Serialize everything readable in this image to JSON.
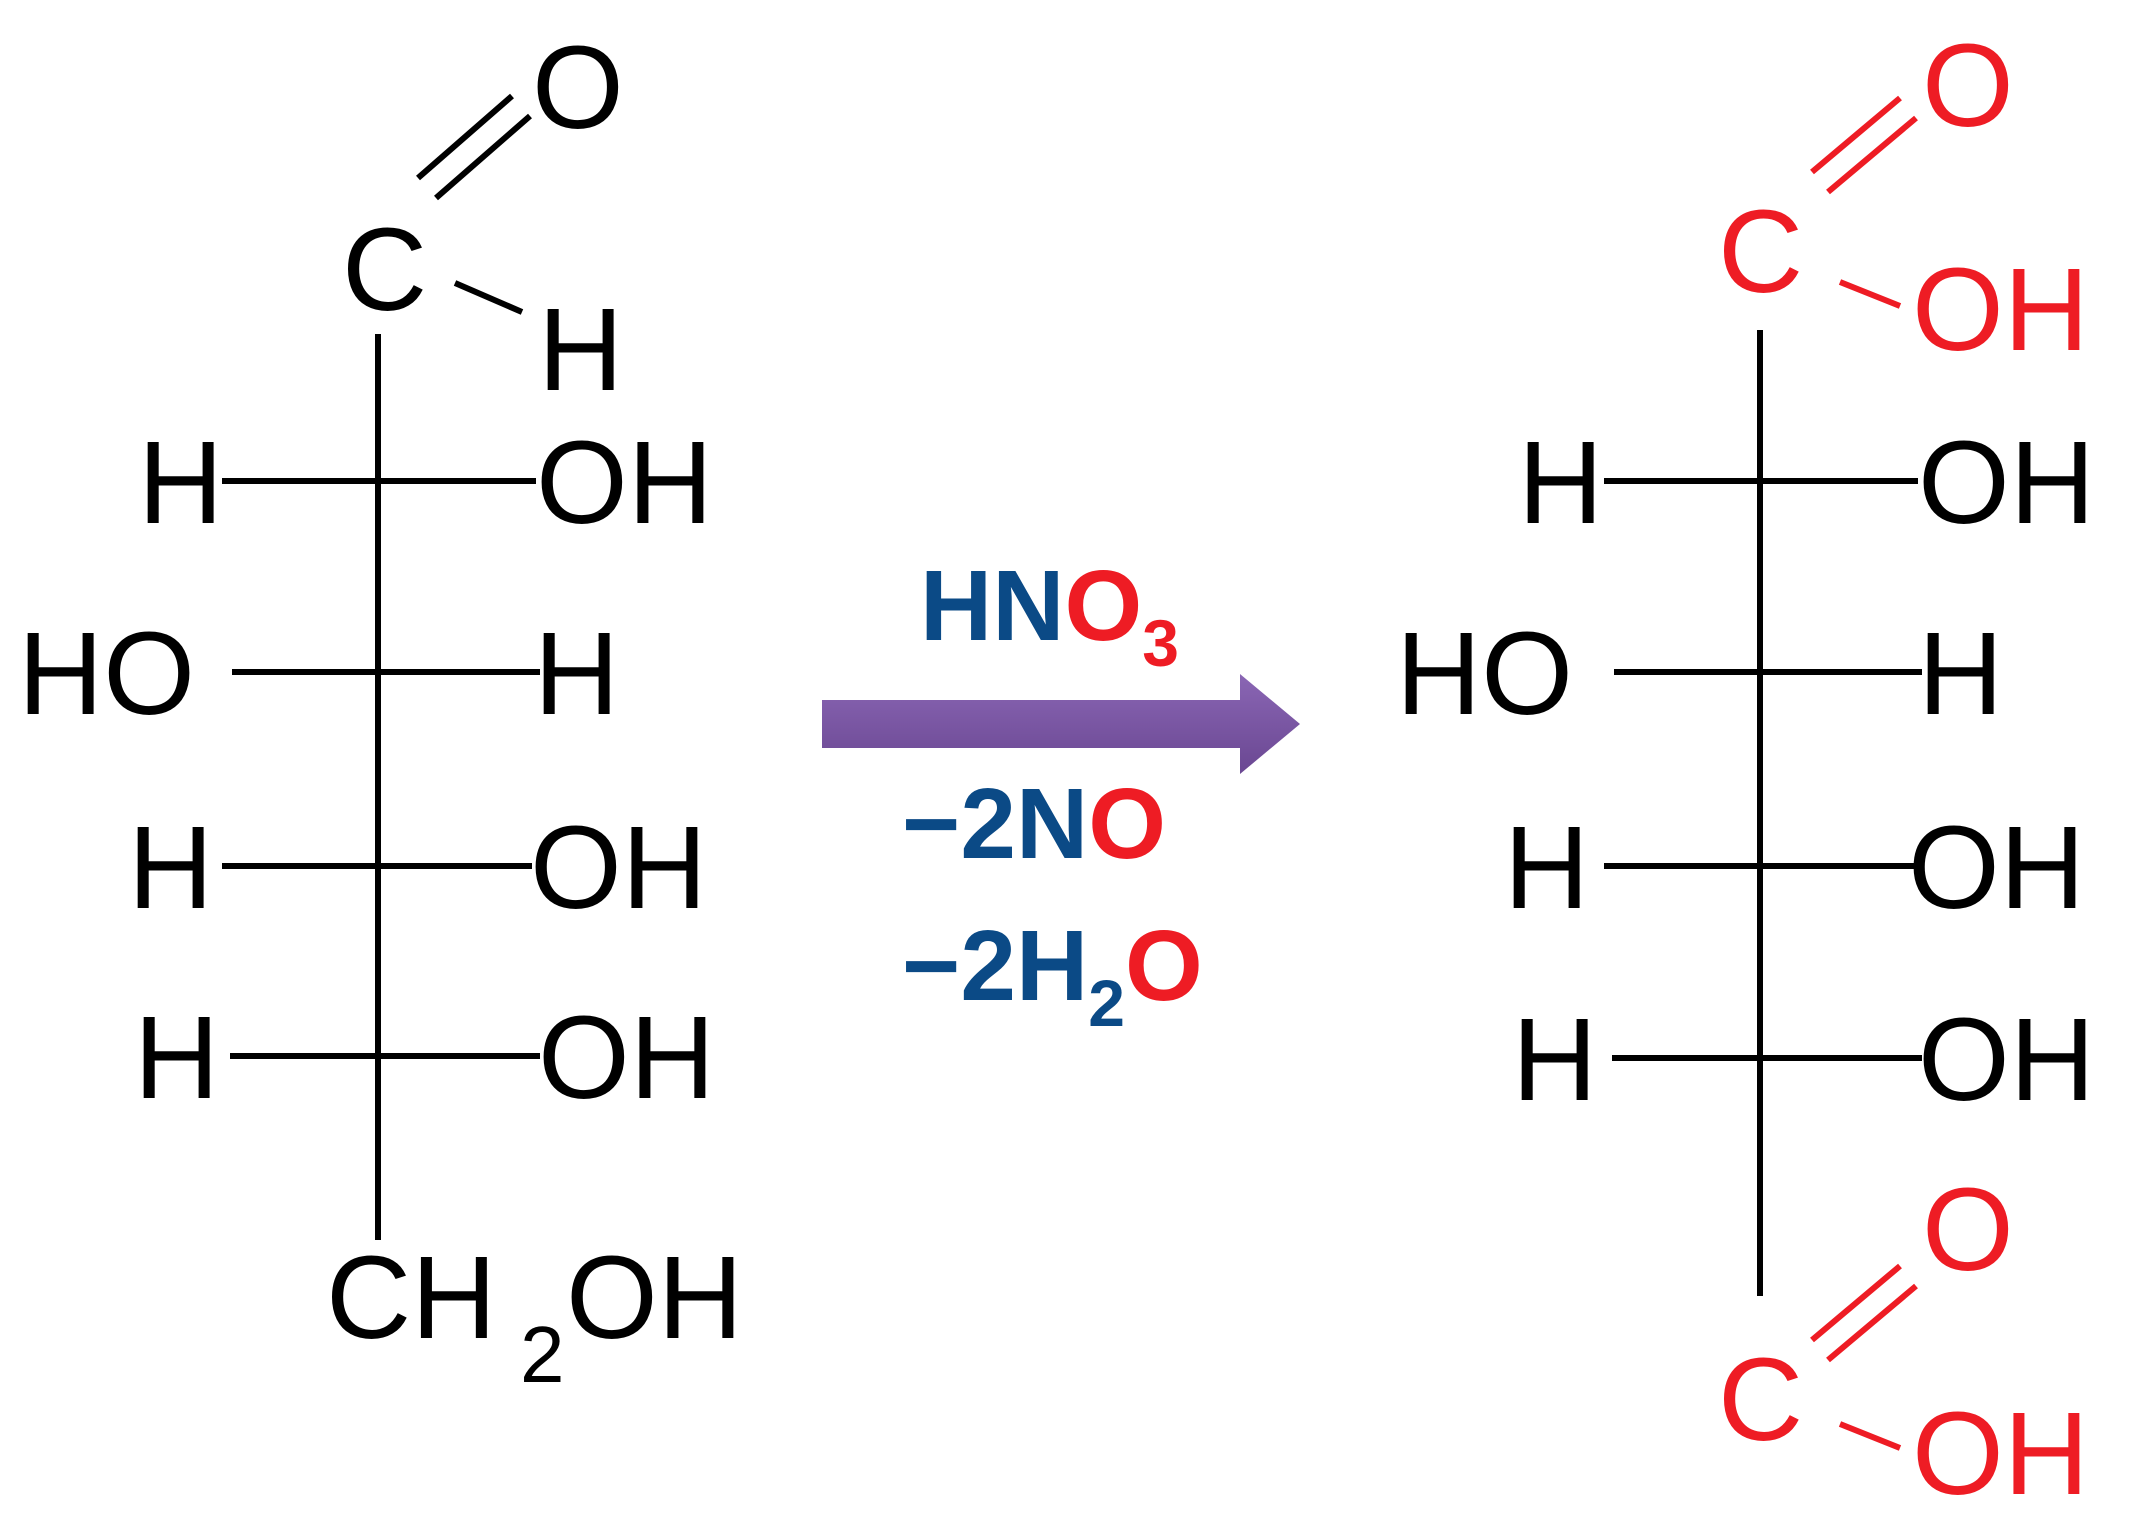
{
  "colors": {
    "black": "#000000",
    "red": "#ee1c24",
    "blue": "#0b4a86",
    "arrow": "#7a55a0"
  },
  "reactant": {
    "aldehyde_o": "O",
    "aldehyde_c": "C",
    "aldehyde_h": "H",
    "rows": [
      {
        "left": "H",
        "right": "OH"
      },
      {
        "left": "HO",
        "right": "H"
      },
      {
        "left": "H",
        "right": "OH"
      },
      {
        "left": "H",
        "right": "OH"
      }
    ],
    "bottom_ch": "CH",
    "bottom_sub": "2",
    "bottom_oh": "OH"
  },
  "reagents": {
    "line1": {
      "a": "HN",
      "b": "O",
      "sub": "3"
    },
    "line2": {
      "a": "−2N",
      "b": "O"
    },
    "line3": {
      "a": "−2H",
      "sub": "2",
      "b": "O"
    }
  },
  "product": {
    "top_o": "O",
    "top_c": "C",
    "top_oh": "OH",
    "rows": [
      {
        "left": "H",
        "right": "OH"
      },
      {
        "left": "HO",
        "right": "H"
      },
      {
        "left": "H",
        "right": "OH"
      },
      {
        "left": "H",
        "right": "OH"
      }
    ],
    "bottom_o": "O",
    "bottom_c": "C",
    "bottom_oh": "OH"
  }
}
